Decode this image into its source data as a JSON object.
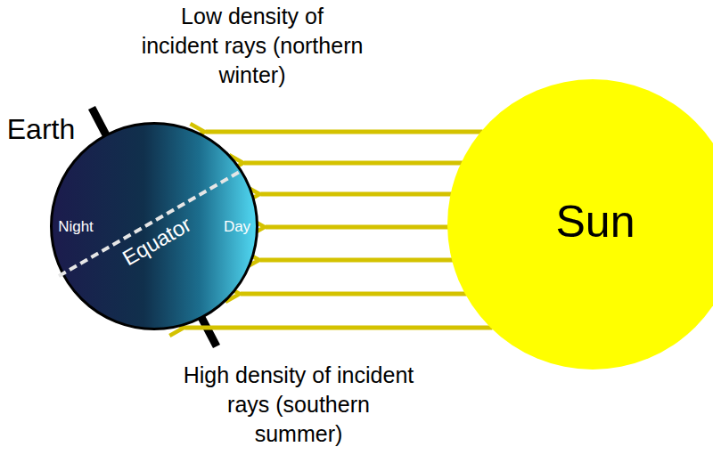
{
  "diagram": {
    "nodes": [
      {
        "text": [
          "Earth",
          "Night",
          "Equator",
          "Day"
        ]
      },
      {
        "text": [
          "Sun"
        ]
      }
    ],
    "edges": [
      {
        "from": 1,
        "to": 0,
        "arrow": "to"
      },
      {
        "from": 1,
        "to": 0,
        "arrow": "to"
      },
      {
        "from": 1,
        "to": 0,
        "arrow": "to"
      },
      {
        "from": 1,
        "to": 0,
        "arrow": "to"
      },
      {
        "from": 1,
        "to": 0,
        "arrow": "to"
      },
      {
        "from": 1,
        "to": 0,
        "arrow": "to"
      },
      {
        "from": 1,
        "to": 0,
        "arrow": "to"
      }
    ],
    "labels": [
      "Low density of incident rays (northern winter)",
      "High density of incident rays (southern summer)"
    ]
  }
}
